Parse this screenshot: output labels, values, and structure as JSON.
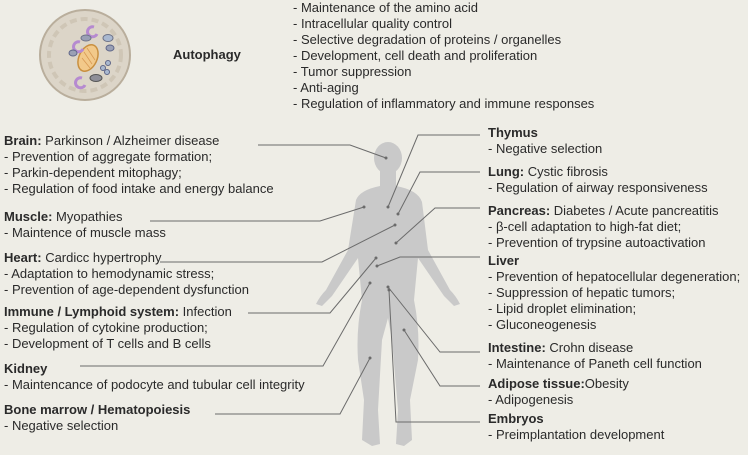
{
  "colors": {
    "background": "#eeede6",
    "text": "#2a2a2a",
    "leader_line": "#6b6b6b",
    "figure": "#c9c9c9",
    "cell_fill": "#dcd5c8",
    "cell_border": "#b9ae9c"
  },
  "autophagy": {
    "title": "Autophagy",
    "icon": "cell-with-organelles-icon",
    "functions": [
      "- Maintenance of the amino acid",
      "- Intracellular quality control",
      "- Selective degradation of proteins / organelles",
      "- Development, cell death and proliferation",
      "- Tumor suppression",
      "- Anti-aging",
      "- Regulation of inflammatory and immune responses"
    ]
  },
  "left": [
    {
      "organ": "Brain:",
      "disease": " Parkinson / Alzheimer disease",
      "items": [
        "- Prevention of aggregate formation;",
        "- Parkin-dependent mitophagy;",
        "- Regulation of food intake and energy balance"
      ]
    },
    {
      "organ": "Muscle:",
      "disease": " Myopathies",
      "items": [
        "- Maintence of muscle mass"
      ]
    },
    {
      "organ": "Heart:",
      "disease": " Cardicc hypertrophy",
      "items": [
        "- Adaptation to hemodynamic stress;",
        "- Prevention of age-dependent dysfunction"
      ]
    },
    {
      "organ": "Immune / Lymphoid system:",
      "disease": " Infection",
      "items": [
        "- Regulation of cytokine production;",
        "- Development of T cells and B cells"
      ]
    },
    {
      "organ": "Kidney",
      "disease": "",
      "items": [
        "- Maintencance of podocyte and tubular cell integrity"
      ]
    },
    {
      "organ": "Bone marrow / Hematopoiesis",
      "disease": "",
      "items": [
        "- Negative selection"
      ]
    }
  ],
  "right": [
    {
      "organ": "Thymus",
      "disease": "",
      "items": [
        "- Negative selection"
      ]
    },
    {
      "organ": "Lung:",
      "disease": " Cystic fibrosis",
      "items": [
        "- Regulation of airway responsiveness"
      ]
    },
    {
      "organ": "Pancreas:",
      "disease": " Diabetes / Acute pancreatitis",
      "items": [
        "- β-cell adaptation to high-fat diet;",
        "- Prevention of trypsine autoactivation"
      ]
    },
    {
      "organ": "Liver",
      "disease": "",
      "items": [
        "- Prevention of hepatocellular degeneration;",
        "- Suppression of hepatic tumors;",
        "- Lipid droplet elimination;",
        "- Gluconeogenesis"
      ]
    },
    {
      "organ": "Intestine:",
      "disease": " Crohn disease",
      "items": [
        "- Maintenance of Paneth cell function"
      ]
    },
    {
      "organ": "Adipose tissue:",
      "disease": "Obesity",
      "items": [
        "- Adipogenesis"
      ]
    },
    {
      "organ": "Embryos",
      "disease": "",
      "items": [
        "- Preimplantation development"
      ]
    }
  ]
}
